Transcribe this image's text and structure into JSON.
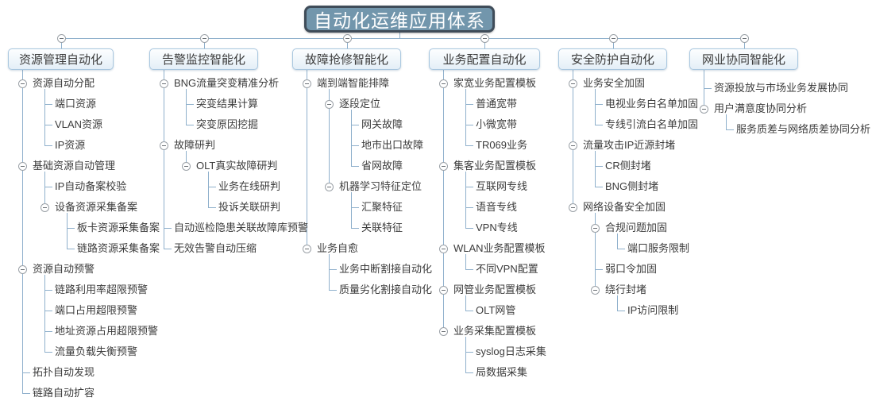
{
  "root": {
    "label": "自动化运维应用体系"
  },
  "colors": {
    "root_fill": "#7296ac",
    "root_border": "#3f4c59",
    "connector_line": "#8fb0cc",
    "branch_border": "#a9c7df",
    "text": "#3c3c3c"
  },
  "icons": {
    "collapse": "minus-circle"
  },
  "branches": [
    {
      "label": "资源管理自动化",
      "children": [
        {
          "label": "资源自动分配",
          "children": [
            {
              "label": "端口资源"
            },
            {
              "label": "VLAN资源"
            },
            {
              "label": "IP资源"
            }
          ]
        },
        {
          "label": "基础资源自动管理",
          "children": [
            {
              "label": "IP自动备案校验"
            },
            {
              "label": "设备资源采集备案",
              "children": [
                {
                  "label": "板卡资源采集备案"
                },
                {
                  "label": "链路资源采集备案"
                }
              ]
            }
          ]
        },
        {
          "label": "资源自动预警",
          "children": [
            {
              "label": "链路利用率超限预警"
            },
            {
              "label": "端口占用超限预警"
            },
            {
              "label": "地址资源占用超限预警"
            },
            {
              "label": "流量负载失衡预警"
            }
          ]
        },
        {
          "label": "拓扑自动发现"
        },
        {
          "label": "链路自动扩容"
        }
      ]
    },
    {
      "label": "告警监控智能化",
      "children": [
        {
          "label": "BNG流量突变精准分析",
          "children": [
            {
              "label": "突变结果计算"
            },
            {
              "label": "突变原因挖掘"
            }
          ]
        },
        {
          "label": "故障研判",
          "children": [
            {
              "label": "OLT真实故障研判",
              "children": [
                {
                  "label": "业务在线研判"
                },
                {
                  "label": "投诉关联研判"
                }
              ]
            }
          ]
        },
        {
          "label": "自动巡检隐患关联故障库预警"
        },
        {
          "label": "无效告警自动压缩"
        }
      ]
    },
    {
      "label": "故障抢修智能化",
      "children": [
        {
          "label": "端到端智能排障",
          "children": [
            {
              "label": "逐段定位",
              "children": [
                {
                  "label": "网关故障"
                },
                {
                  "label": "地市出口故障"
                },
                {
                  "label": "省网故障"
                }
              ]
            },
            {
              "label": "机器学习特征定位",
              "children": [
                {
                  "label": "汇聚特征"
                },
                {
                  "label": "关联特征"
                }
              ]
            }
          ]
        },
        {
          "label": "业务自愈",
          "children": [
            {
              "label": "业务中断割接自动化"
            },
            {
              "label": "质量劣化割接自动化"
            }
          ]
        }
      ]
    },
    {
      "label": "业务配置自动化",
      "children": [
        {
          "label": "家宽业务配置模板",
          "children": [
            {
              "label": "普通宽带"
            },
            {
              "label": "小微宽带"
            },
            {
              "label": "TR069业务"
            }
          ]
        },
        {
          "label": "集客业务配置模板",
          "children": [
            {
              "label": "互联网专线"
            },
            {
              "label": "语音专线"
            },
            {
              "label": "VPN专线"
            }
          ]
        },
        {
          "label": "WLAN业务配置模板",
          "children": [
            {
              "label": "不同VPN配置"
            }
          ]
        },
        {
          "label": "网管业务配置模板",
          "children": [
            {
              "label": "OLT网管"
            }
          ]
        },
        {
          "label": "业务采集配置模板",
          "children": [
            {
              "label": "syslog日志采集"
            },
            {
              "label": "局数据采集"
            }
          ]
        }
      ]
    },
    {
      "label": "安全防护自动化",
      "children": [
        {
          "label": "业务安全加固",
          "children": [
            {
              "label": "电视业务白名单加固"
            },
            {
              "label": "专线引流白名单加固"
            }
          ]
        },
        {
          "label": "流量攻击IP近源封堵",
          "children": [
            {
              "label": "CR侧封堵"
            },
            {
              "label": "BNG侧封堵"
            }
          ]
        },
        {
          "label": "网络设备安全加固",
          "children": [
            {
              "label": "合规问题加固",
              "children": [
                {
                  "label": "端口服务限制"
                }
              ]
            },
            {
              "label": "弱口令加固"
            },
            {
              "label": "绕行封堵",
              "children": [
                {
                  "label": "IP访问限制"
                }
              ]
            }
          ]
        }
      ]
    },
    {
      "label": "网业协同智能化",
      "children": [
        {
          "label": "资源投放与市场业务发展协同"
        },
        {
          "label": "用户满意度协同分析",
          "children": [
            {
              "label": "服务质差与网络质差协同分析"
            }
          ]
        }
      ]
    }
  ]
}
